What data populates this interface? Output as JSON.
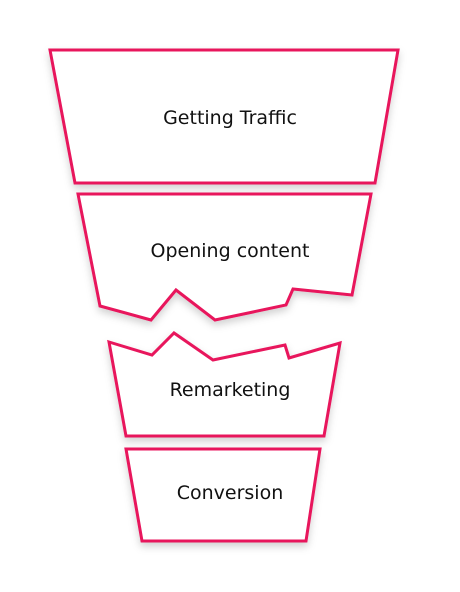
{
  "funnel": {
    "accent_color": "#e8135c",
    "stages": [
      {
        "label": "Getting Traffic"
      },
      {
        "label": "Opening content"
      },
      {
        "label": "Remarketing"
      },
      {
        "label": "Conversion"
      }
    ]
  }
}
